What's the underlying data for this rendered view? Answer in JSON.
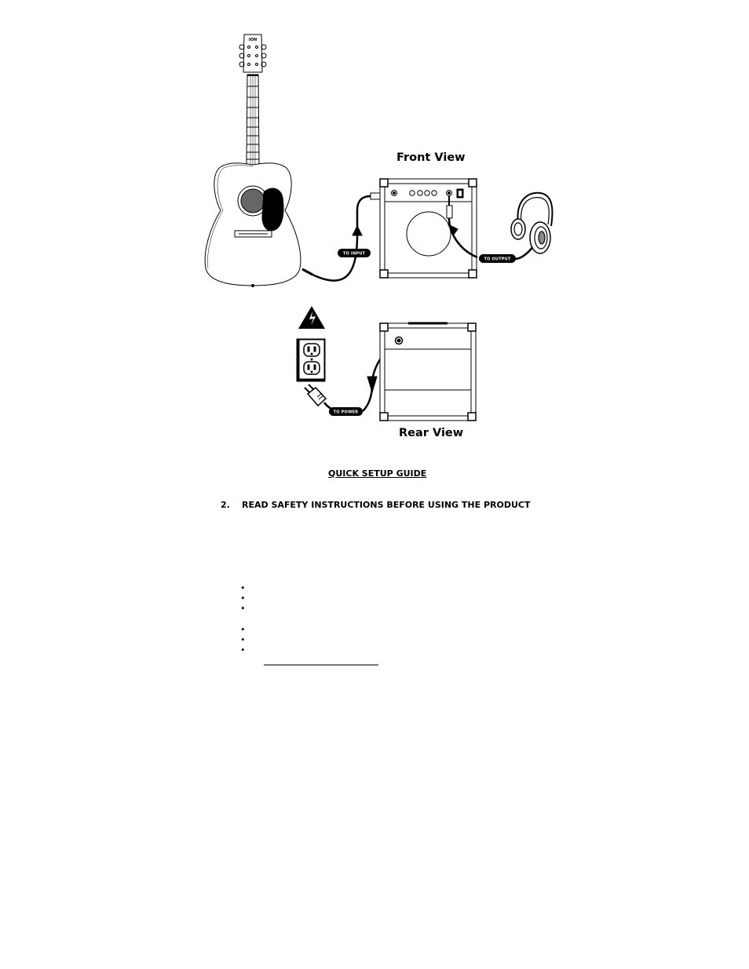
{
  "brand_logo_text": "ION",
  "front_view": {
    "title": "Front View"
  },
  "rear_view": {
    "title": "Rear View"
  },
  "cable_labels": {
    "to_input": "TO INPUT",
    "to_output": "TO OUTPUT",
    "to_power": "TO POWER"
  },
  "guide_heading": "QUICK SETUP GUIDE",
  "section": {
    "number": "2.",
    "title": "READ SAFETY INSTRUCTIONS BEFORE USING THE PRODUCT"
  },
  "bullet_groups": [
    {
      "count": 3
    },
    {
      "count": 3
    }
  ]
}
